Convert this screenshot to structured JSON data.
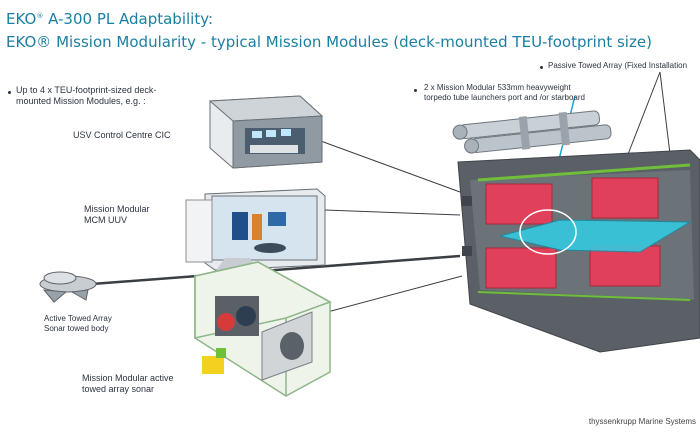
{
  "title": {
    "line1_brand": "EKO",
    "line1_reg": "®",
    "line1_rest": " A-300 PL Adaptability:",
    "line2": "EKO® Mission Modularity - typical Mission Modules (deck-mounted TEU-footprint size)"
  },
  "left_intro": {
    "line1": "Up to 4 x TEU-footprint-sized deck-",
    "line2": "mounted Mission Modules, e.g. :"
  },
  "modules": {
    "usv_cic": "USV Control Centre CIC",
    "mcm_line1": "Mission Modular",
    "mcm_line2": "MCM UUV",
    "sonar_line1": "Mission Modular  active",
    "sonar_line2": "towed array sonar"
  },
  "towed_body": {
    "line1": "Active Towed Array",
    "line2": "Sonar towed body"
  },
  "right_notes": {
    "passive": "Passive Towed Array (Fixed Installation",
    "torpedo_line1": "2 x Mission Modular 533mm heavyweight",
    "torpedo_line2": "torpedo tube launchers port and /or starboard"
  },
  "footer": "thyssenkrupp Marine Systems",
  "colors": {
    "title": "#1a7fa3",
    "hull": "#555b60",
    "module_red": "#e0405a",
    "hull_teal": "#35c9e0",
    "deck_green": "#6fbf3a",
    "frame_green": "#a8c79a"
  }
}
